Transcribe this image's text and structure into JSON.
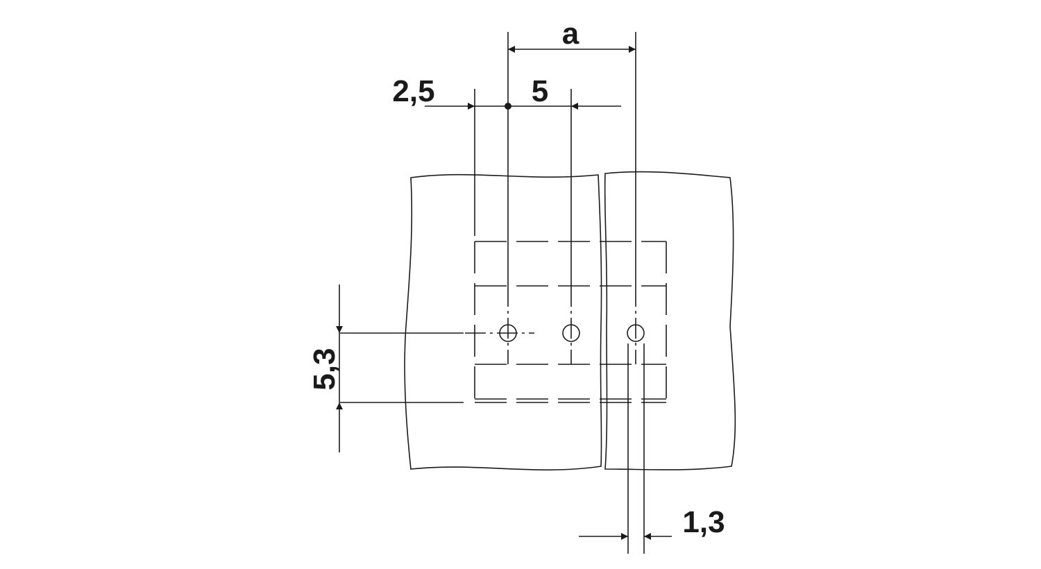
{
  "dimensions": {
    "top_span": "a",
    "pitch": "5",
    "edge_offset": "2,5",
    "row_height": "5,3",
    "pin_diameter": "1,3"
  },
  "colors": {
    "line": "#1a1a1a",
    "background": "#ffffff"
  }
}
